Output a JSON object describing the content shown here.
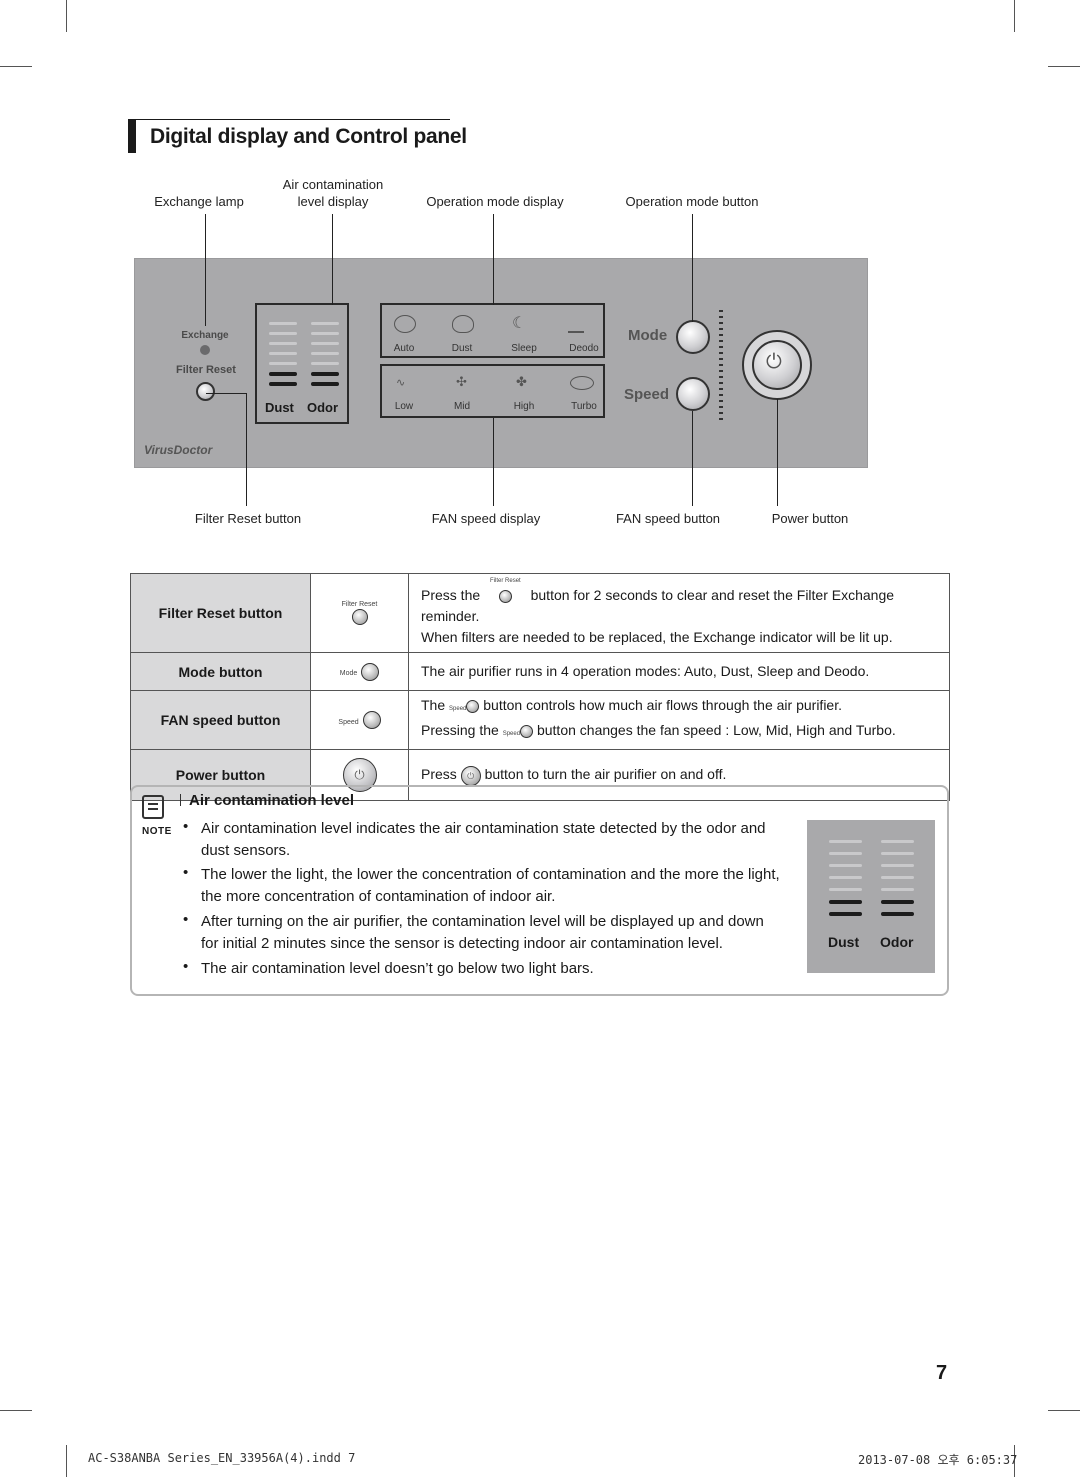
{
  "section_title": "Digital display and Control panel",
  "diagram": {
    "callouts_top": {
      "exchange_lamp": "Exchange lamp",
      "air_contamination_line1": "Air contamination",
      "air_contamination_line2": "level display",
      "operation_mode_display": "Operation mode display",
      "operation_mode_button": "Operation mode button"
    },
    "callouts_bottom": {
      "filter_reset_button": "Filter Reset button",
      "fan_speed_display": "FAN speed display",
      "fan_speed_button": "FAN speed button",
      "power_button": "Power button"
    },
    "panel": {
      "exchange_label": "Exchange",
      "filter_reset_label": "Filter Reset",
      "brand": "VirusDoctor",
      "dust_label": "Dust",
      "odor_label": "Odor",
      "modes": [
        "Auto",
        "Dust",
        "Sleep",
        "Deodo"
      ],
      "speeds": [
        "Low",
        "Mid",
        "High",
        "Turbo"
      ],
      "mode_label": "Mode",
      "speed_label": "Speed"
    }
  },
  "table": {
    "rows": [
      {
        "name": "Filter Reset button",
        "icon_label": "Filter Reset",
        "desc_pre": "Press the",
        "desc_icon_label": "Filter Reset",
        "desc_post": "button for 2 seconds to clear and reset the Filter Exchange reminder.",
        "desc_line2": "When filters are needed to be replaced, the Exchange indicator will be lit up."
      },
      {
        "name": "Mode button",
        "icon_label": "Mode",
        "desc_line1": "The air purifier runs in 4 operation modes: Auto, Dust, Sleep and Deodo."
      },
      {
        "name": "FAN speed button",
        "icon_label": "Speed",
        "desc_pre": "The",
        "desc_icon_label": "Speed",
        "desc_post": "button controls how much air flows through the air purifier.",
        "desc2_pre": "Pressing the",
        "desc2_icon_label": "Speed",
        "desc2_post": "button changes the fan speed : Low, Mid, High and Turbo."
      },
      {
        "name": "Power button",
        "desc_pre": "Press",
        "desc_post": "button to turn the air purifier on and off."
      }
    ]
  },
  "note": {
    "badge": "NOTE",
    "heading": "Air contamination level",
    "bullets": [
      "Air contamination level indicates the air contamination state detected by the odor and dust sensors.",
      "The lower the light, the lower the concentration of contamination and the more the light, the more concentration of contamination of indoor air.",
      "After turning on the air purifier, the contamination level will be displayed up and down for initial 2 minutes since the sensor is detecting indoor air contamination level.",
      "The air contamination level doesn’t go below two light bars."
    ],
    "display_dust": "Dust",
    "display_odor": "Odor"
  },
  "page_number": "7",
  "footer": {
    "file": "AC-S38ANBA Series_EN_33956A(4).indd   7",
    "timestamp": "2013-07-08   오후 6:05:37"
  }
}
